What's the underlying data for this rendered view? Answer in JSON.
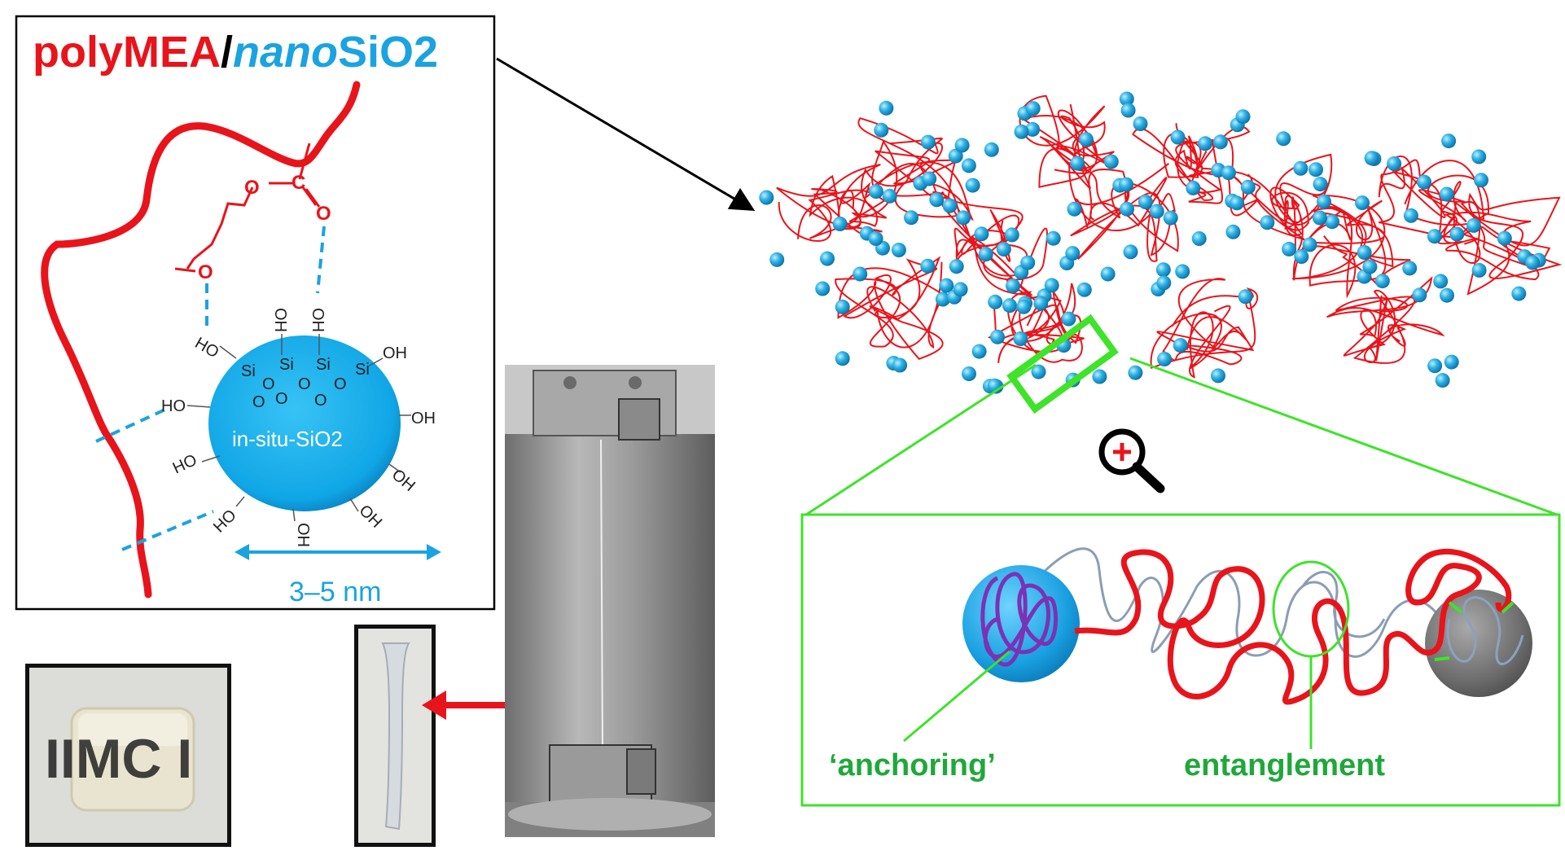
{
  "title": {
    "part1": "polyMEA",
    "slash": "/",
    "part2_italic": "nano",
    "part3": "SiO2"
  },
  "molecule": {
    "atoms": {
      "o_ester": "O",
      "c_carbonyl": "C",
      "o_carbonyl": "O",
      "o_ether": "O"
    },
    "particle_label": "in-situ-SiO2",
    "si_label": "Si",
    "oxygen_label": "O",
    "hydroxyl_label": "OH",
    "hydroxyl_label_rev": "HO",
    "size_label": "3–5 nm"
  },
  "sample_photo": {
    "letters": "IIMC I"
  },
  "zoom_icon": "magnifier-plus-icon",
  "zoom_box": {
    "anchoring_label": "‘anchoring’",
    "entanglement_label": "entanglement"
  },
  "colors": {
    "polymer_red": "#e8141b",
    "silica_blue": "#1aa3e0",
    "label_green": "#1fa83a",
    "box_green": "#3ee32a"
  }
}
